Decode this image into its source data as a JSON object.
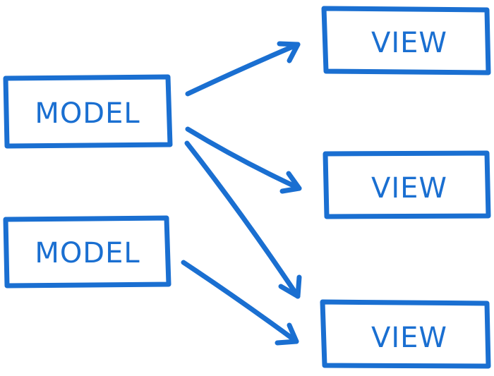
{
  "colors": {
    "stroke": "#1a6fd1",
    "text": "#1a6fd1",
    "background": "#ffffff"
  },
  "models": [
    {
      "label": "MODEL"
    },
    {
      "label": "MODEL"
    }
  ],
  "views": [
    {
      "label": "VIEW"
    },
    {
      "label": "VIEW"
    },
    {
      "label": "VIEW"
    }
  ],
  "connections": [
    {
      "from": "model-1",
      "to": "view-1"
    },
    {
      "from": "model-1",
      "to": "view-2"
    },
    {
      "from": "model-1",
      "to": "view-3"
    },
    {
      "from": "model-2",
      "to": "view-3"
    }
  ]
}
